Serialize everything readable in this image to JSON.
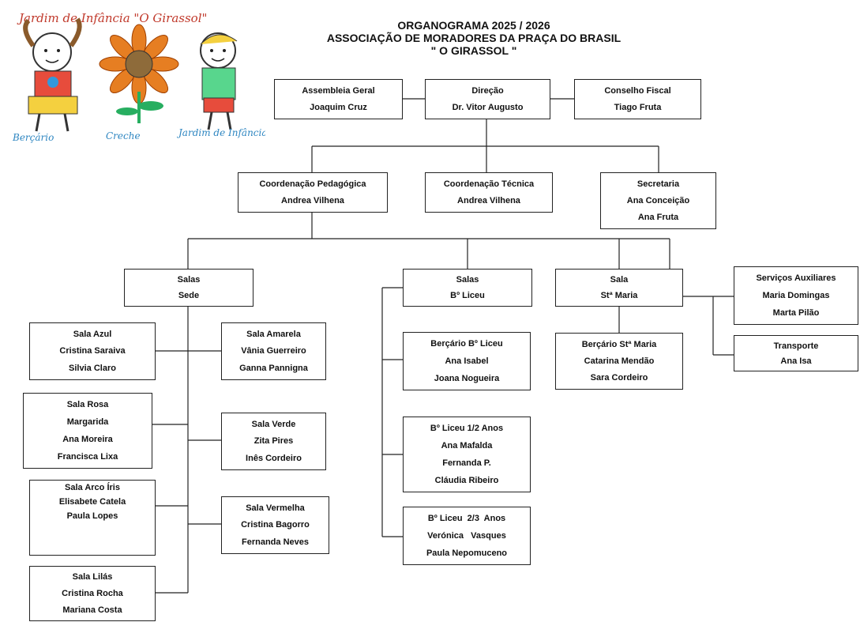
{
  "header": {
    "line1": "ORGANOGRAMA 2025 / 2026",
    "line2": "ASSOCIAÇÃO DE MORADORES DA PRAÇA DO BRASIL",
    "line3": "\" O GIRASSOL \""
  },
  "logo": {
    "top_text": "Jardim de Infância \"O Girassol\"",
    "bottom_left": "Berçário",
    "bottom_mid": "Creche",
    "bottom_right": "Jardim de Infância"
  },
  "colors": {
    "line": "#222222",
    "box_border": "#222222"
  },
  "nodes": {
    "assembleia": [
      "Assembleia Geral",
      "Joaquim Cruz"
    ],
    "direcao": [
      "Direção",
      "Dr. Vitor Augusto"
    ],
    "conselho": [
      "Conselho Fiscal",
      "Tiago Fruta"
    ],
    "coord_ped": [
      "Coordenação Pedagógica",
      "Andrea Vilhena"
    ],
    "coord_tec": [
      "Coordenação Técnica",
      "Andrea Vilhena"
    ],
    "secretaria": [
      "Secretaria",
      "Ana Conceição",
      "Ana Fruta"
    ],
    "salas_sede": [
      "Salas",
      "Sede"
    ],
    "salas_liceu": [
      "Salas",
      "Bº Liceu"
    ],
    "sala_stmaria": [
      "Sala",
      "Stª Maria"
    ],
    "servicos": [
      "Serviços Auxiliares",
      "Maria Domingas",
      "Marta Pilão"
    ],
    "transporte": [
      "Transporte",
      "Ana Isa"
    ],
    "sala_azul": [
      "Sala Azul",
      "Cristina Saraiva",
      "Silvia Claro"
    ],
    "sala_amarela": [
      "Sala Amarela",
      "Vânia Guerreiro",
      "Ganna Pannigna"
    ],
    "sala_rosa": [
      "Sala Rosa",
      "Margarida",
      "Ana Moreira",
      "Francisca Lixa"
    ],
    "sala_verde": [
      "Sala Verde",
      "Zita Pires",
      "Inês Cordeiro"
    ],
    "sala_arco": [
      "Sala Arco Íris",
      "Elisabete Catela",
      "Paula Lopes"
    ],
    "sala_vermelha": [
      "Sala Vermelha",
      "Cristina Bagorro",
      "Fernanda Neves"
    ],
    "sala_lilas": [
      "Sala Lilás",
      "Cristina Rocha",
      "Mariana Costa"
    ],
    "bercario_liceu": [
      "Berçário Bº Liceu",
      "Ana Isabel",
      "Joana Nogueira"
    ],
    "liceu_12": [
      "Bº Liceu 1/2 Anos",
      "Ana Mafalda",
      "Fernanda P.",
      "Cláudia Ribeiro"
    ],
    "liceu_23": [
      "Bº Liceu  2/3  Anos",
      "Verónica   Vasques",
      "Paula Nepomuceno"
    ],
    "bercario_stmaria": [
      "Berçário Stª Maria",
      "Catarina Mendão",
      "Sara Cordeiro"
    ]
  }
}
